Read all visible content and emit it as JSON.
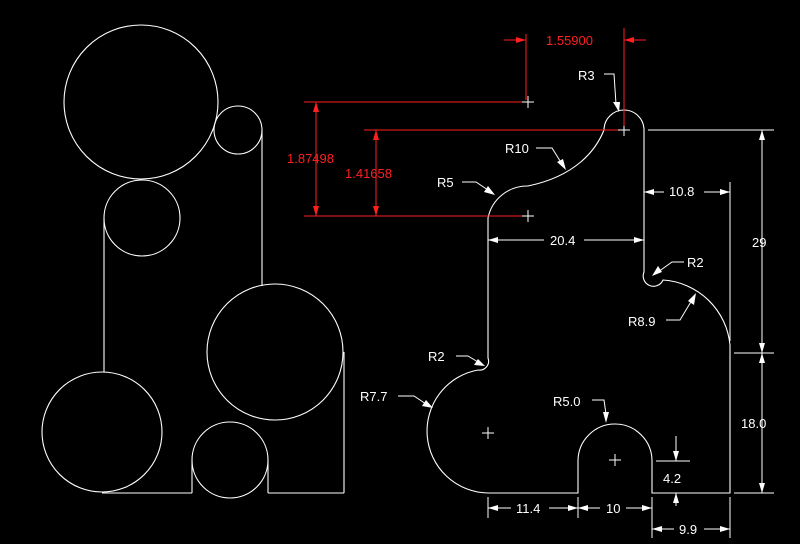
{
  "dimensions": {
    "d_1_55900": "1.55900",
    "d_1_87498": "1.87498",
    "d_1_41658": "1.41658",
    "d_10_8": "10.8",
    "d_20_4": "20.4",
    "d_29": "29",
    "d_18_0": "18.0",
    "d_4_2": "4.2",
    "d_11_4": "11.4",
    "d_10": "10",
    "d_9_9": "9.9"
  },
  "radii": {
    "r3": "R3",
    "r10": "R10",
    "r5": "R5",
    "r2_right": "R2",
    "r8_9": "R8.9",
    "r2_left": "R2",
    "r7_7": "R7.7",
    "r5_0": "R5.0"
  },
  "colors": {
    "background": "#000000",
    "geometry": "#ffffff",
    "highlight_dimension": "#ff2020"
  }
}
